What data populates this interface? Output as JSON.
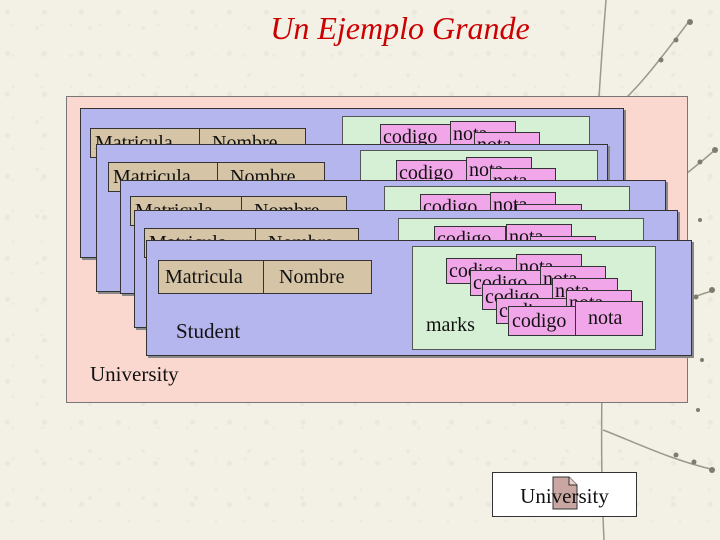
{
  "title": "Un Ejemplo Grande",
  "university_label": "University",
  "student_label": "Student",
  "field_labels": {
    "matricula": "Matricula",
    "nombre": "Nombre"
  },
  "marks_label": "marks",
  "mark_labels": {
    "codigo": "codigo",
    "nota": "nota"
  },
  "icon_label": "University",
  "icons": {
    "document": "document-icon",
    "branch": "branch-icon"
  },
  "colors": {
    "title": "#cc0000",
    "university_fill": "#fad8d0",
    "student_fill": "#b6b6ee",
    "field_fill": "#d6c4a6",
    "marks_fill": "#d6f0d6",
    "mark_fill": "#f0a6e8",
    "document_fill": "#c9a6a2"
  }
}
